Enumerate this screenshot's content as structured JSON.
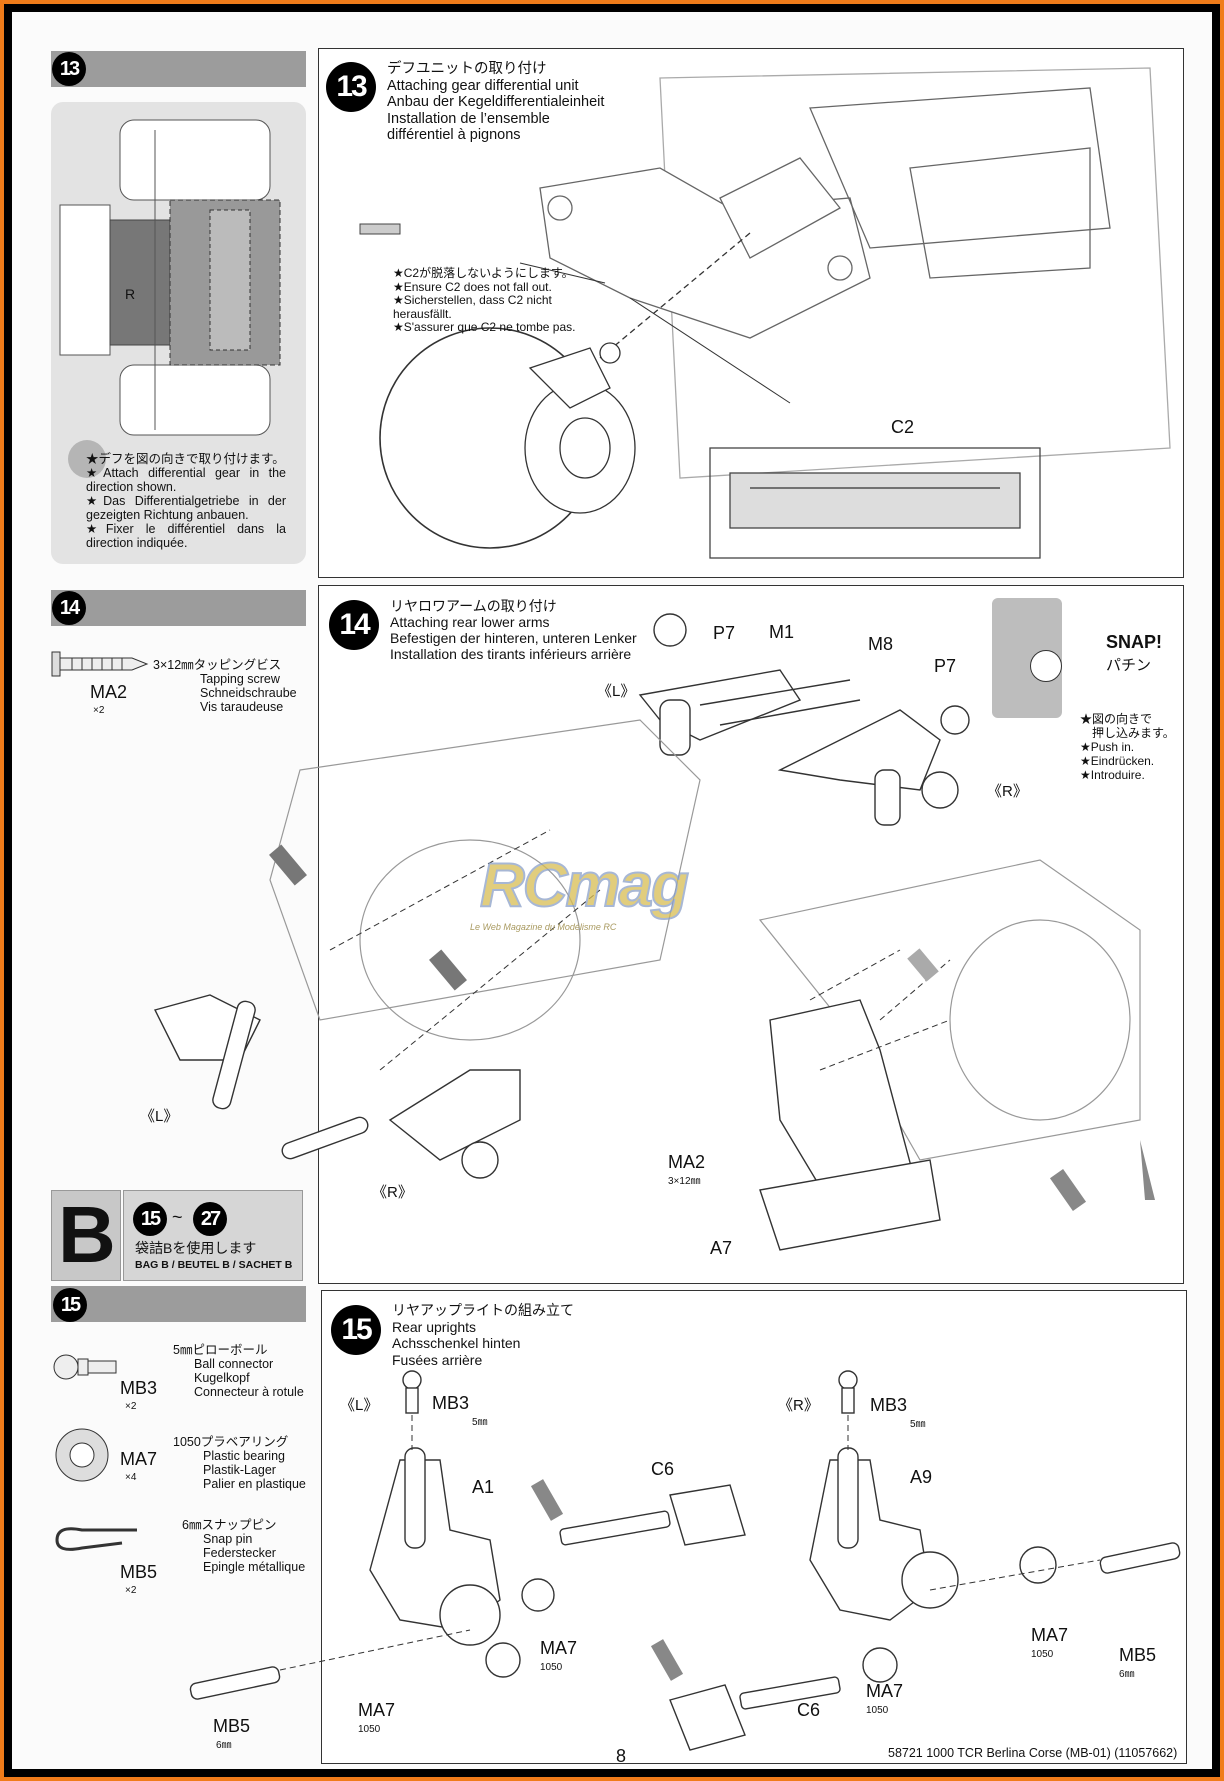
{
  "left": {
    "step13_num": "13",
    "step13_notes": [
      "★デフを図の向きで取り付けます。",
      "★Attach differential gear in the direction shown.",
      "★Das Differentialgetriebe in der gezeigten Richtung anbauen.",
      "★Fixer le différentiel dans la direction indiquée."
    ],
    "step13_part_label": "R",
    "step14_num": "14",
    "step14_part": {
      "jp": "3×12㎜タッピングビス",
      "en": "Tapping screw",
      "de": "Schneidschraube",
      "fr": "Vis taraudeuse",
      "code": "MA2",
      "qty": "×2"
    },
    "bag": {
      "letter": "B",
      "from": "15",
      "tilde": "~",
      "to": "27",
      "jp": "袋詰Bを使用します",
      "label": "BAG B / BEUTEL B / SACHET B"
    },
    "step15_num": "15",
    "step15_parts": [
      {
        "jp": "5㎜ピローボール",
        "en": "Ball connector",
        "de": "Kugelkopf",
        "fr": "Connecteur à rotule",
        "code": "MB3",
        "qty": "×2"
      },
      {
        "jp": "1050プラベアリング",
        "en": "Plastic bearing",
        "de": "Plastik-Lager",
        "fr": "Palier en plastique",
        "code": "MA7",
        "qty": "×4"
      },
      {
        "jp": "6㎜スナップピン",
        "en": "Snap pin",
        "de": "Federstecker",
        "fr": "Epingle métallique",
        "code": "MB5",
        "qty": "×2"
      }
    ]
  },
  "step13": {
    "num": "13",
    "title_jp": "デフユニットの取り付け",
    "title_en": "Attaching gear differential unit",
    "title_de": "Anbau der Kegeldifferentialeinheit",
    "title_fr1": "Installation de l’ensemble",
    "title_fr2": "différentiel à pignons",
    "notes": [
      "★C2が脱落しないようにします。",
      "★Ensure C2 does not fall out.",
      "★Sicherstellen, dass C2 nicht herausfällt.",
      "★S'assurer que C2 ne tombe pas."
    ],
    "part_c2": "C2"
  },
  "step14": {
    "num": "14",
    "title_jp": "リヤロワアームの取り付け",
    "title_en": "Attaching rear lower arms",
    "title_de": "Befestigen der hinteren, unteren Lenker",
    "title_fr": "Installation des tirants inférieurs arrière",
    "labels": {
      "p7a": "P7",
      "m1": "M1",
      "m8": "M8",
      "p7b": "P7",
      "l_top": "《L》",
      "r_top": "《R》",
      "l_bottom": "《L》",
      "r_bottom": "《R》",
      "ma2": "MA2",
      "ma2_size": "3×12㎜",
      "a7": "A7"
    },
    "snap": {
      "title": "SNAP!",
      "jp": "パチン",
      "notes": [
        "★図の向きで",
        "押し込みます。",
        "★Push in.",
        "★Eindrücken.",
        "★Introduire."
      ]
    },
    "watermark": "RCmag",
    "watermark_sub": "Le Web Magazine du Modélisme RC"
  },
  "step15": {
    "num": "15",
    "title_jp": "リヤアップライトの組み立て",
    "title_en": "Rear uprights",
    "title_de": "Achsschenkel hinten",
    "title_fr": "Fusées arrière",
    "labels": {
      "l": "《L》",
      "r": "《R》",
      "mb3_l": "MB3",
      "mb3_l_s": "5㎜",
      "mb3_r": "MB3",
      "mb3_r_s": "5㎜",
      "a1": "A1",
      "a9": "A9",
      "c6_top": "C6",
      "c6_bot": "C6",
      "ma7_1": "MA7",
      "ma7_1s": "1050",
      "ma7_2": "MA7",
      "ma7_2s": "1050",
      "ma7_3": "MA7",
      "ma7_3s": "1050",
      "ma7_4": "MA7",
      "ma7_4s": "1050",
      "mb5_l": "MB5",
      "mb5_l_s": "6㎜",
      "mb5_r": "MB5",
      "mb5_r_s": "6㎜"
    }
  },
  "footer": {
    "page": "8",
    "product": "58721 1000 TCR Berlina Corse (MB-01) (11057662)"
  }
}
